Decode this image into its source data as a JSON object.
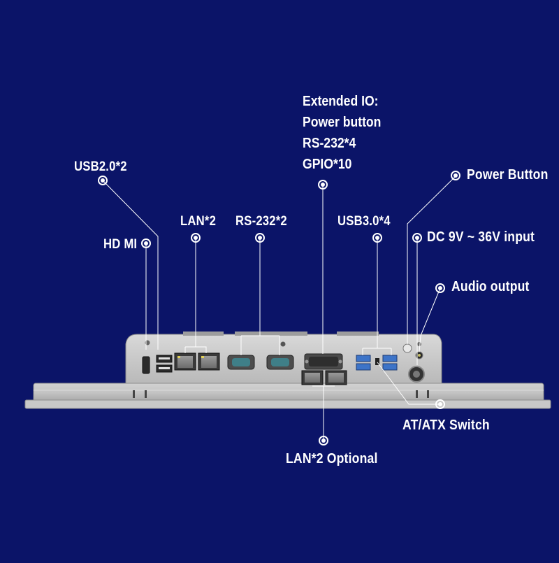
{
  "labels": {
    "extended_io": [
      "Extended IO:",
      "Power button",
      "RS-232*4",
      "GPIO*10"
    ],
    "usb20": "USB2.0*2",
    "hdmi": "HD MI",
    "lan2": "LAN*2",
    "rs232": "RS-232*2",
    "usb30": "USB3.0*4",
    "power_button": "Power Button",
    "dc_input": "DC 9V ~ 36V input",
    "audio_output": "Audio output",
    "at_atx_switch": "AT/ATX Switch",
    "lan2_optional": "LAN*2 Optional"
  },
  "colors": {
    "background": "#0b1468",
    "device_body": "#c9c9c9",
    "device_panel": "#b4b4b4",
    "port_blue": "#3d74c8",
    "serial_teal": "#3f7f88",
    "callout": "#ffffff"
  }
}
